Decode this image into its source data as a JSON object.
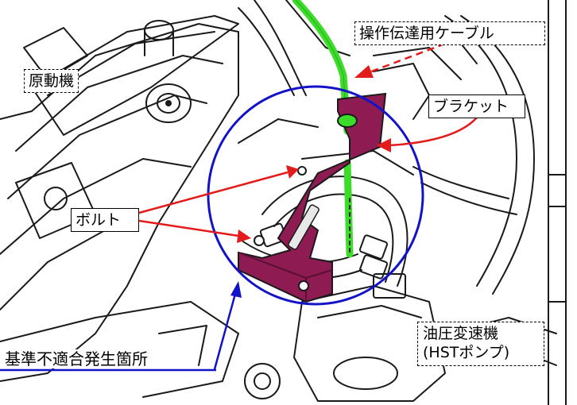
{
  "labels": {
    "cable": "操作伝達用ケーブル",
    "engine": "原動機",
    "bracket": "ブラケット",
    "bolt": "ボルト",
    "nonconformity": "基準不適合発生箇所",
    "hst": "油圧変速機",
    "hst_pump": "(HSTポンプ)"
  },
  "colors": {
    "bracket": "#8e1c52",
    "bracket_dark": "#5a0f33",
    "cable": "#3ddc2a",
    "arrow_red": "#e31b1b",
    "circle_blue": "#1212c8",
    "line_art": "#1a1a1a"
  }
}
